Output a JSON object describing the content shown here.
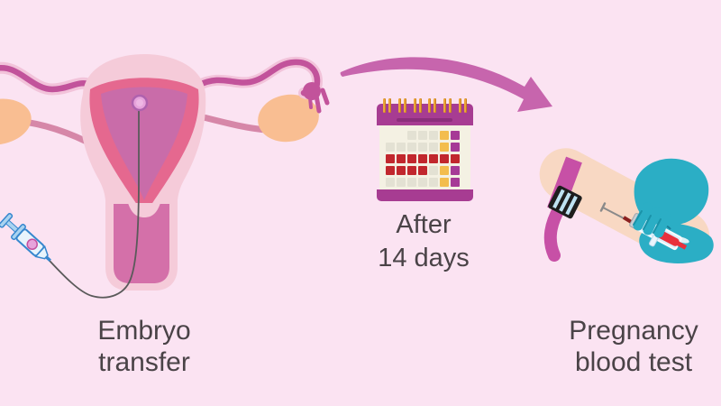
{
  "labels": {
    "embryo_transfer": {
      "line1": "Embryo",
      "line2": "transfer"
    },
    "waiting_period": {
      "line1": "After",
      "line2": "14 days"
    },
    "pregnancy_test": {
      "line1": "Pregnancy",
      "line2": "blood test"
    }
  },
  "calendar": {
    "ring_pairs": 6,
    "cell_colors": {
      "gray": "#E3E1D3",
      "red": "#C1272D",
      "yellow": "#F3BD4D",
      "purple": "#A63A96"
    },
    "grid": [
      [
        "none",
        "none",
        "gray",
        "gray",
        "gray",
        "yellow",
        "purple"
      ],
      [
        "gray",
        "gray",
        "gray",
        "gray",
        "gray",
        "yellow",
        "purple"
      ],
      [
        "red",
        "red",
        "red",
        "red",
        "red",
        "red",
        "red"
      ],
      [
        "red",
        "red",
        "red",
        "red",
        "gray",
        "yellow",
        "purple"
      ],
      [
        "gray",
        "gray",
        "gray",
        "gray",
        "gray",
        "yellow",
        "purple"
      ]
    ]
  },
  "colors": {
    "background": "#FBE3F2",
    "text": "#4A4347",
    "arrow": "#C765AD",
    "calendar_frame": "#A73C92",
    "uterus_outer": "#F5CBD9",
    "uterus_wall": "#E5688F",
    "uterus_cavity": "#C96CA9",
    "ovary": "#F9BE92",
    "tube": "#C2539B",
    "embryo": "#E7A3DB",
    "skin": "#F8D8C3",
    "tourniquet": "#C750A6",
    "glove": "#2BAEC5",
    "blood": "#E8313C",
    "syringe_outline": "#3787CE"
  },
  "icons": {
    "uterus": "uterus-with-embryo-icon",
    "syringe_left": "embryo-transfer-syringe-icon",
    "catheter": "catheter-line",
    "arrow": "curved-arrow-icon",
    "calendar": "calendar-icon",
    "arm": "arm-blood-draw-icon"
  }
}
